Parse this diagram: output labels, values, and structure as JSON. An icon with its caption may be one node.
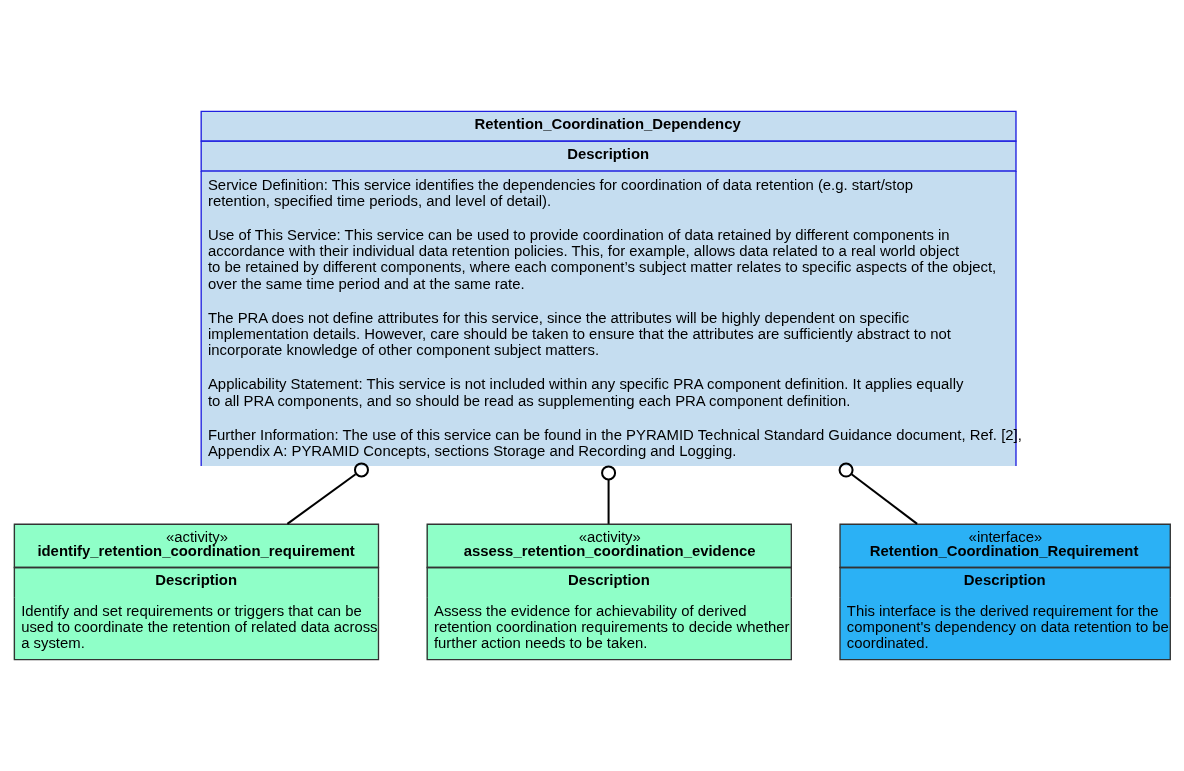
{
  "diagram": {
    "nodes": [
      {
        "text": [
          "Retention_Coordination_Dependency",
          "Description",
          "Service Definition: This service identifies the dependencies for coordination of data retention (e.g. start/stop retention, specified time periods, and level of detail).",
          "Use of This Service: This service can be used to provide coordination of data retained by different components in accordance with their individual data retention policies. This, for example, allows data related to a real world object to be retained by different components, where each component’s subject matter relates to specific aspects of the object, over the same time period and at the same rate.",
          "The PRA does not define attributes for this service, since the attributes will be highly dependent on specific implementation details. However, care should be taken to ensure that the attributes are sufficiently abstract to not incorporate knowledge of other component subject matters.",
          "Applicability Statement: This service is not included within any specific PRA component definition. It applies equally to all PRA components, and so should be read as supplementing each PRA component definition.",
          "Further Information: The use of this service can be found in the PYRAMID Technical Standard Guidance document, Ref. [2], Appendix A: PYRAMID Concepts, sections Storage and Recording and Logging."
        ]
      },
      {
        "text": [
          "«activity»",
          "identify_retention_coordination_requirement",
          "Description",
          "Identify and set requirements or triggers that can be used to coordinate the retention of related data across a system."
        ]
      },
      {
        "text": [
          "«activity»",
          "assess_retention_coordination_evidence",
          "Description",
          "Assess the evidence for achievability of derived retention coordination requirements to decide whether further action needs to be taken."
        ]
      },
      {
        "text": [
          "«interface»",
          "Retention_Coordination_Requirement",
          "Description",
          "This interface is the derived requirement for the component's dependency on data retention to be coordinated."
        ]
      }
    ],
    "edges": [
      {
        "from": 1,
        "to": 0,
        "arrow": "other"
      },
      {
        "from": 2,
        "to": 0,
        "arrow": "other"
      },
      {
        "from": 3,
        "to": 0,
        "arrow": "other"
      }
    ]
  }
}
